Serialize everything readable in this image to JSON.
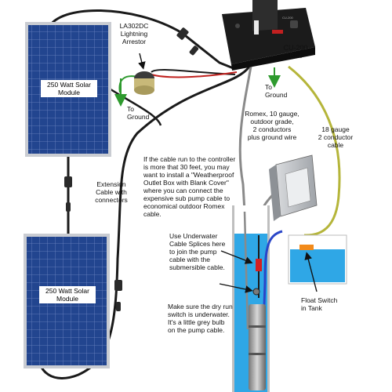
{
  "labels": {
    "panel_top": "250 Watt Solar\nModule",
    "panel_bottom": "250 Watt Solar\nModule",
    "arrestor": "LA302DC\nLightning\nArrestor",
    "cu200_box": "CU-200\nBox",
    "cu200_screen": "CU-200",
    "to_ground_left": "To\nGround",
    "to_ground_right": "To\nGround",
    "romex": "Romex, 10 gauge,\noutdoor grade,\n2 conductors\nplus ground wire",
    "gauge18": "18 gauge\n2 conductor\ncable",
    "extension": "Extension\nCable with\nconnectors",
    "outlet_note": "If the cable run to the controller\nis more that 30 feet, you may\nwant to install a \"Weatherproof\nOutlet Box with Blank Cover\"\nwhere you can connect the\nexpensive sub pump cable to\neconomical outdoor Romex\ncable.",
    "splice_note": "Use Underwater\nCable Splices here\nto join the pump\ncable with the\nsubmersible cable.",
    "dryrun_note": "Make sure the dry run\nswitch is underwater.\nIt's a little grey bulb\non  the pump cable.",
    "float_note": "Float Switch\nin Tank"
  },
  "colors": {
    "panel_blue": "#1f3f86",
    "panel_frame": "#c9ccd2",
    "controller_dark": "#1b1b1b",
    "cable_black": "#1a1a1a",
    "cable_grey": "#8a8a8a",
    "cable_yellow": "#b5b53a",
    "cable_blue": "#2a46c8",
    "arrow_green": "#2e9a2e",
    "water_blue": "#2fa7e6",
    "float_orange": "#f28a1a",
    "splice_red": "#d42020"
  }
}
